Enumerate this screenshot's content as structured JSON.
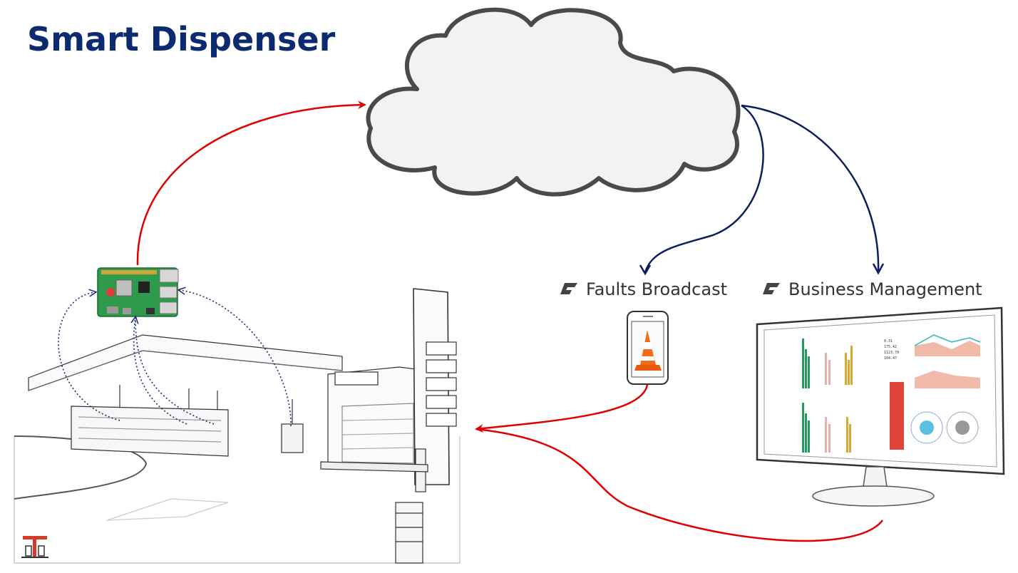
{
  "title": "Smart Dispenser",
  "labels": {
    "faults": "Faults Broadcast",
    "business": "Business Management"
  },
  "icons": {
    "cloud": "cloud-icon",
    "board": "raspberry-pi-board-icon",
    "phone": "smartphone-icon",
    "cone": "traffic-cone-icon",
    "monitor": "monitor-dashboard-icon",
    "station": "gas-station-illustration",
    "logo": "brand-logo-icon"
  },
  "colors": {
    "title": "#0b2a6f",
    "red_arrow": "#e10000",
    "navy_arrow": "#0b1f5c",
    "dotted_arrow": "#1a2a6c"
  },
  "monitor_stats": {
    "values": [
      "0.31",
      "175.42",
      "1123.70",
      "104.47"
    ]
  }
}
